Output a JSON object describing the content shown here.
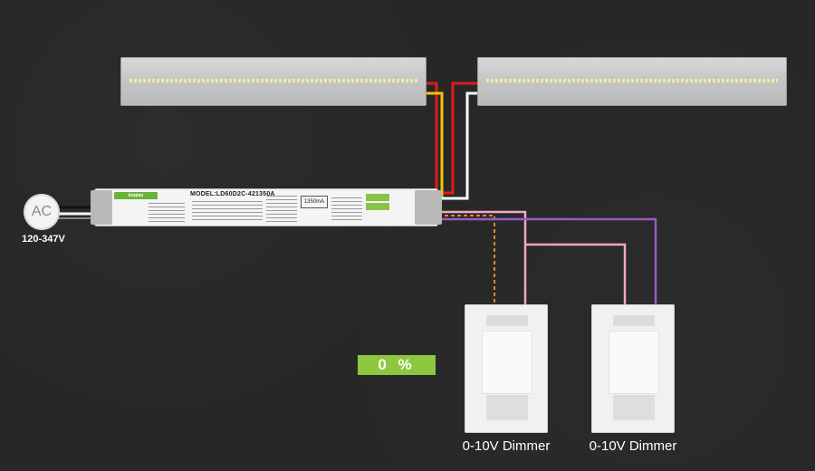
{
  "source": {
    "label": "AC",
    "voltage": "120-347V"
  },
  "driver": {
    "model": "MODEL:LD60D2C-421350A",
    "current": "1350mA",
    "brand": "boqiao"
  },
  "dimmers": [
    {
      "label": "0-10V Dimmer"
    },
    {
      "label": "0-10V Dimmer"
    }
  ],
  "dim_level": {
    "display": "0 %",
    "value_percent": 0
  },
  "colors": {
    "background": "#272727",
    "wire_red": "#e01b1b",
    "wire_yellow": "#f2c500",
    "wire_white": "#ffffff",
    "wire_orange_dashed": "#d98a2b",
    "wire_pink": "#f3a6c8",
    "wire_purple": "#9b59c6",
    "indicator": "#8dc63f"
  }
}
